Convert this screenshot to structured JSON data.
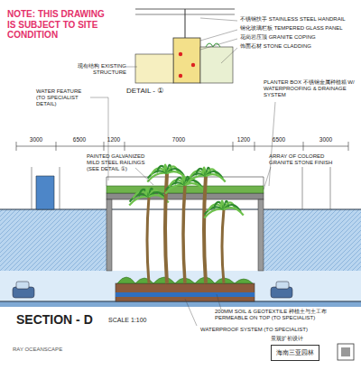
{
  "diagram": {
    "nodes": [
      {
        "text": [
          "海南三亚园林"
        ]
      }
    ],
    "labels": [
      "NOTE: THIS DRAWING IS SUBJECT TO SITE CONDITION",
      "不锈钢扶手 STAINLESS STEEL HANDRAIL",
      "钢化玻璃栏板 TEMPERED GLASS PANEL",
      "花岗岩压顶 GRANITE COPING",
      "饰面石材 STONE CLADDING",
      "现有结构 EXISTING STRUCTURE",
      "WATER FEATURE (TO SPECIALIST DETAIL)",
      "DETAIL - ①",
      "PLANTER BOX 不锈钢金属种植箱 W/ WATERPROOFING & DRAINAGE SYSTEM",
      "3000",
      "6500",
      "1200",
      "7000",
      "1200",
      "6500",
      "3000",
      "PAINTED GALVANIZED MILD STEEL RAILINGS (SEE DETAIL ①)",
      "ARRAY OF COLORED GRANITE STONE FINISH",
      "SECTION - D",
      "SCALE 1:100",
      "200MM SOIL & GEOTEXTILE 种植土与土工布 PERMEABLE ON TOP (TO SPECIALIST)",
      "WATERPROOF SYSTEM (TO SPECIALIST)",
      "RAY OCEANSCAPE",
      "景观扩初设计"
    ]
  }
}
